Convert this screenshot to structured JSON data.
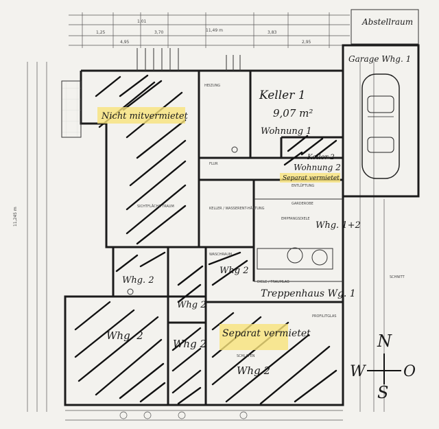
{
  "labels": {
    "abstellraum": "Abstellraum",
    "garage": "Garage Whg. 1",
    "keller1": "Keller 1",
    "keller1_area": "9,07 m²",
    "wohnung1": "Wohnung 1",
    "nicht_vermietet": "Nicht mitvermietet",
    "keller2": "Keller 2",
    "wohnung2": "Wohnung 2",
    "separat_vermietet_small": "Separat vermietet",
    "whg12": "Whg. 1+2",
    "whg2_a": "Whg. 2",
    "whg2_b": "Whg 2",
    "whg2_c": "Whg 2",
    "whg2_d": "Whg. 2",
    "whg2_e": "Whg 2",
    "whg2_f": "Whg 2",
    "treppenhaus": "Treppenhaus Wg. 1",
    "separat_vermietet_big": "Separat vermietet",
    "compass_n": "N",
    "compass_w": "W",
    "compass_o": "O",
    "compass_s": "S"
  },
  "print": {
    "heizung": "HEIZUNG",
    "flur": "FLUR",
    "entluftung": "ENTLÜFTUNG",
    "garderobe": "GARDEROBE",
    "empfangsdiele": "EMPFANGSDIELE",
    "keller_wasserent": "KELLER / WASSERENT-HÄRTUNG",
    "waschraum": "WASCHRAUM",
    "schnitt": "SCHNITT",
    "schlafen": "SCHLAFEN",
    "diele": "DIELE / TRAUMLAB",
    "sichtflaeche": "SICHTFLÄCHE TRAUM",
    "bodenglas": "PROFILITGLAS",
    "dim_total": "11,49 m",
    "dim_a": "1,01",
    "dim_b": "3,70",
    "dim_c": "4,95",
    "dim_d": "3,83",
    "dim_e": "2,95",
    "dim_f": "1,25",
    "dim_side": "11,245 m"
  }
}
